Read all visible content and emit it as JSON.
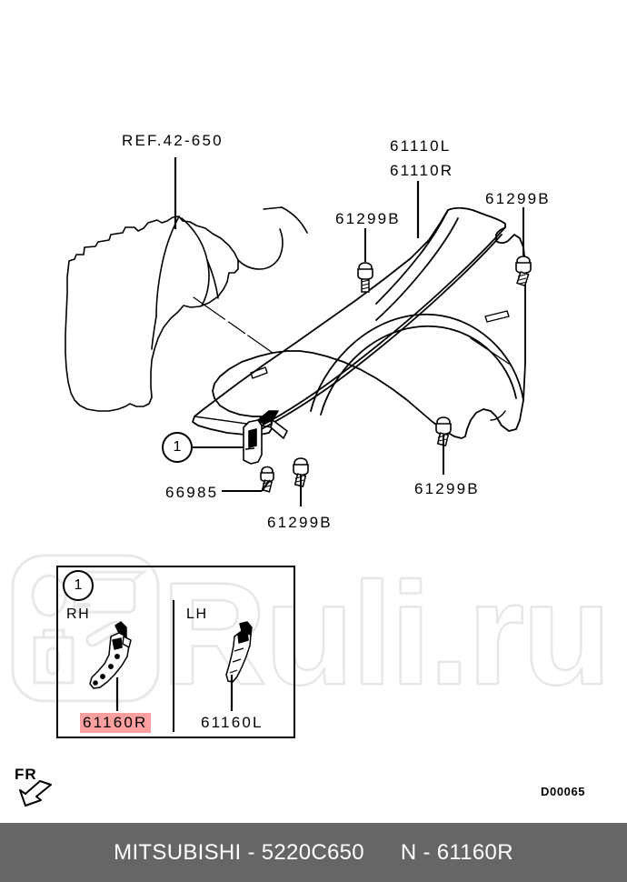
{
  "document": {
    "type": "automotive-parts-diagram",
    "drawing_code": "D00065",
    "orientation_marker": "FR"
  },
  "labels": {
    "ref_42_650": "REF.42-650",
    "fender_l": "61110L",
    "fender_r": "61110R",
    "bolt_top_left": "61299B",
    "bolt_top_right": "61299B",
    "bolt_bottom_mid": "61299B",
    "bolt_bottom_right": "61299B",
    "clip_66985": "66985",
    "callout_1": "1"
  },
  "detail_box": {
    "callout_number": "1",
    "rh_label": "RH",
    "lh_label": "LH",
    "rh_part": "61160R",
    "lh_part": "61160L",
    "highlight_color": "#ffa0a0"
  },
  "footer": {
    "brand": "MITSUBISHI",
    "separator": "-",
    "group_code": "5220C650",
    "prefix": "N",
    "part_number": "61160R",
    "full_text": "MITSUBISHI - 5220C650     N - 61160R",
    "background_color": "#666666",
    "text_color": "#ffffff"
  },
  "watermark": {
    "text": "Ruli.ru",
    "color": "#e8e8e8"
  }
}
